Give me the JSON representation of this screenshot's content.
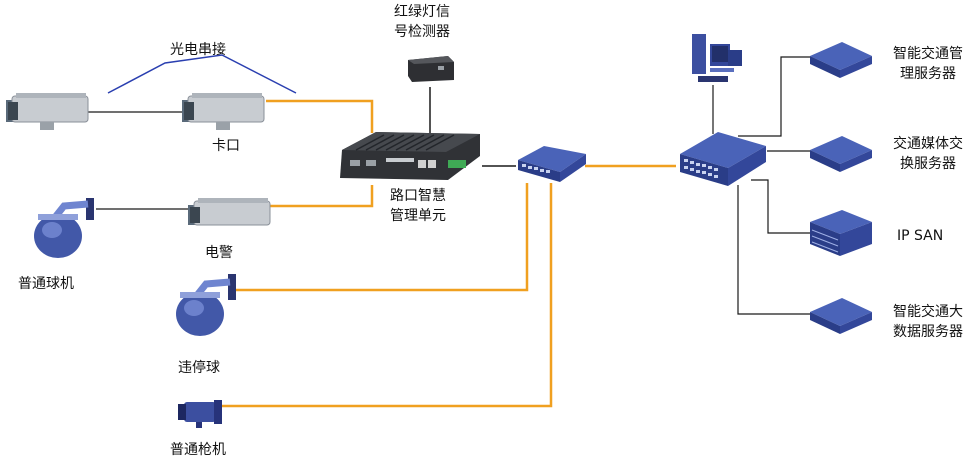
{
  "labels": {
    "fiber_chain": "光电串接",
    "signal_detector": [
      "红绿灯信",
      "号检测器"
    ],
    "checkpoint_cam": "卡口",
    "intersection_unit": [
      "路口智慧",
      "管理单元"
    ],
    "e_police": "电警",
    "dome_cam": "普通球机",
    "parking_dome": "违停球",
    "bullet_cam": "普通枪机",
    "traffic_mgmt_server": [
      "智能交通管",
      "理服务器"
    ],
    "media_exchange_server": [
      "交通媒体交",
      "换服务器"
    ],
    "ip_san": "IP SAN",
    "bigdata_server": [
      "智能交通大",
      "数据服务器"
    ]
  },
  "colors": {
    "fiber_line": "#f0a020",
    "copper_line": "#1a1a1a",
    "chain_line": "#2a3fb0",
    "device_blue": "#3552a6"
  }
}
